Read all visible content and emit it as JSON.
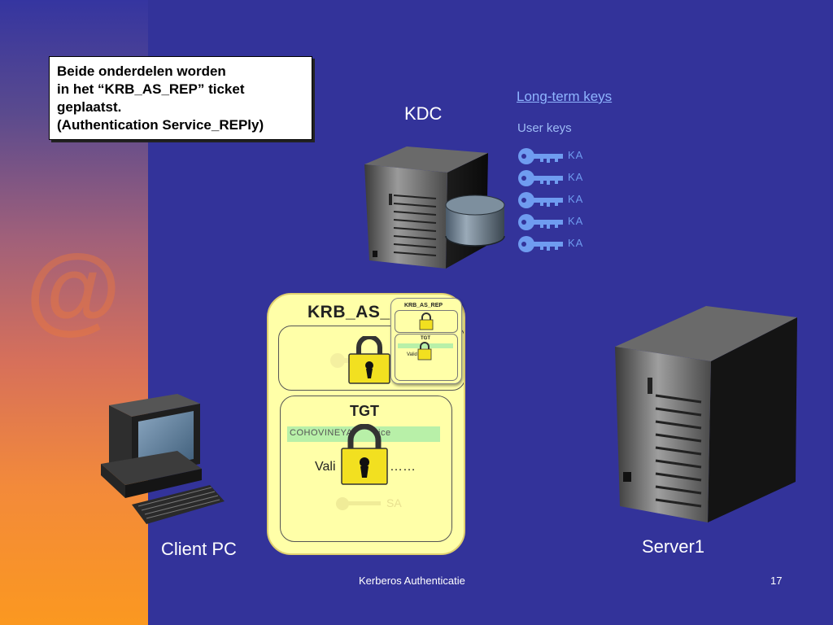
{
  "note": {
    "lines": [
      "Beide onderdelen worden",
      "in het “KRB_AS_REP” ticket",
      "geplaatst.",
      "(Authentication Service_REPly)"
    ]
  },
  "labels": {
    "kdc": "KDC",
    "client": "Client PC",
    "server": "Server1"
  },
  "key_panel": {
    "title": "Long-term keys",
    "subtitle": "User keys",
    "keys": [
      "KA",
      "KA",
      "KA",
      "KA",
      "KA"
    ]
  },
  "package": {
    "title": "KRB_AS_R",
    "tgt_title": "TGT",
    "tgt_band": "COHOVINEYA",
    "tgt_band_tail": "ice",
    "valid": "Vali",
    "dots": "……",
    "session_key_label": "SA",
    "mini": {
      "title": "KRB_AS_REP",
      "tgt": "TGT",
      "valid": "Valid"
    }
  },
  "footer": {
    "title": "Kerberos Authenticatie",
    "page": "17"
  },
  "colors": {
    "background": "#33339a",
    "key_blue": "#6f9cf0",
    "package_yellow": "#ffffa8",
    "padlock_yellow": "#f2e020",
    "tgt_band_green": "#b8f0a8"
  }
}
